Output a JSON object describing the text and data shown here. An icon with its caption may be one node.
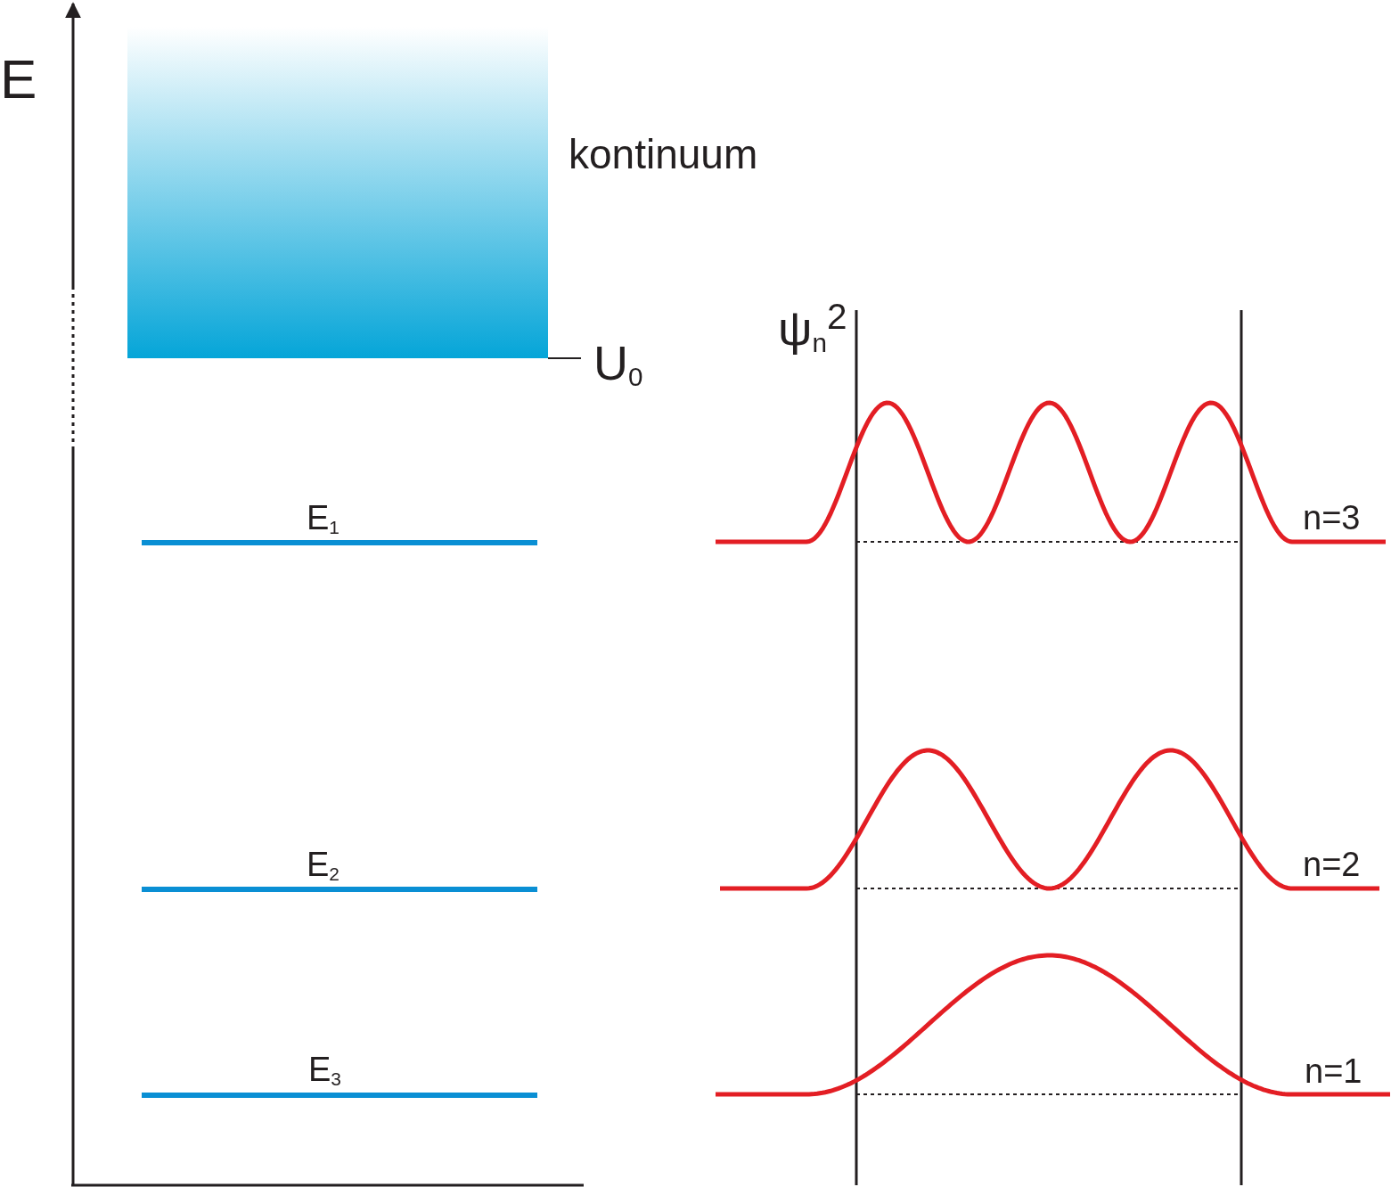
{
  "diagram": {
    "nodes": [
      {
        "text": [],
        "shape": "box"
      }
    ],
    "labels": [
      "E",
      "kontinuum",
      "U$_{0}$",
      "ψ$_{n}$$^{2}$",
      "E$_{1}$",
      "n=3",
      "E$_{2}$",
      "n=2",
      "E$_{3}$",
      "n=1"
    ]
  }
}
